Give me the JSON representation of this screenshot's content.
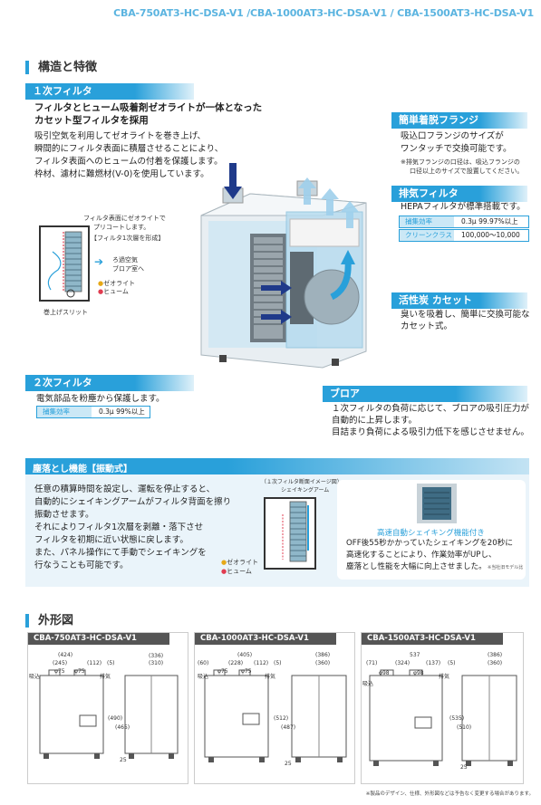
{
  "header": {
    "models": "CBA-750AT3-HC-DSA-V1 /CBA-1000AT3-HC-DSA-V1 / CBA-1500AT3-HC-DSA-V1"
  },
  "structure": {
    "title": "構造と特徴",
    "primary_filter": {
      "label": "１次フィルタ",
      "heading1": "フィルタとヒューム吸着剤ゼオライトが一体となった",
      "heading2": "カセット型フィルタを採用",
      "body": [
        "吸引空気を利用してゼオライトを巻き上げ、",
        "瞬間的にフィルタ表面に積層させることにより、",
        "フィルタ表面へのヒュームの付着を保護します。",
        "枠材、濾材に難燃材(V-0)を使用しています。"
      ]
    },
    "diagram": {
      "note1": "フィルタ表面にゼオライトで",
      "note2": "プリコートします。",
      "note3": "【フィルタ1次層を形成】",
      "to_blower1": "ろ過空気",
      "to_blower2": "ブロア室へ",
      "legend_zeolite": "ゼオライト",
      "legend_fume": "ヒューム",
      "slit": "巻上げスリット"
    },
    "flange": {
      "label": "簡単着脱フランジ",
      "body": [
        "吸込口フランジのサイズが",
        "ワンタッチで交換可能です。"
      ],
      "note": [
        "※排気フランジの口径は、吸込フランジの",
        "口径以上のサイズで設置してください。"
      ]
    },
    "exhaust": {
      "label": "排気フィルタ",
      "body": "HEPAフィルタが標準搭載です。",
      "specs": [
        {
          "key": "捕集効率",
          "value": "0.3μ 99.97%以上"
        },
        {
          "key": "クリーンクラス",
          "value": "100,000〜10,000"
        }
      ]
    },
    "carbon": {
      "label": "活性炭 カセット",
      "body": [
        "臭いを吸着し、簡単に交換可能な",
        "カセット式。"
      ]
    },
    "secondary": {
      "label": "２次フィルタ",
      "body": "電気部品を粉塵から保護します。",
      "spec": {
        "key": "捕集効率",
        "value": "0.3μ 99%以上"
      }
    },
    "blower": {
      "label": "ブロア",
      "body": [
        "１次フィルタの負荷に応じて、ブロアの吸引圧力が",
        "自動的に上昇します。",
        "目詰まり負荷による吸引力低下を感じさせません。"
      ]
    }
  },
  "shake": {
    "title": "塵落とし機能【振動式】",
    "body": [
      "任意の積算時間を設定し、運転を停止すると、",
      "自動的にシェイキングアームがフィルタ背面を擦り",
      "振動させます。",
      "それによりフィルタ1次層を剥離・落下させ",
      "フィルタを初期に近い状態に戻します。",
      "また、パネル操作にて手動でシェイキングを",
      "行なうことも可能です。"
    ],
    "diagram_caption": "（１次フィルタ断面イメージ図）",
    "arm_label": "シェイキングアーム",
    "legend_zeolite": "ゼオライト",
    "legend_fume": "ヒューム",
    "auto_title": "高速自動シェイキング機能付き",
    "auto_body": [
      "OFF後55秒かかっていたシェイキングを20秒に",
      "高速化することにより、作業効率がUPし、",
      "塵落とし性能を大幅に向上させました。"
    ],
    "auto_note": "※当社旧モデル比"
  },
  "dims": {
    "title": "外形図",
    "models": [
      {
        "name": "CBA-750AT3-HC-DSA-V1",
        "w": "(424)",
        "w2": "(245)",
        "w3": "(112)",
        "w4": "(5)",
        "d": "(336)",
        "d2": "(310)",
        "h": "(490)",
        "h2": "(465)",
        "phi1": "φ75",
        "phi2": "φ75",
        "foot": "25",
        "side1": "吸込",
        "side2": "排気"
      },
      {
        "name": "CBA-1000AT3-HC-DSA-V1",
        "w": "(405)",
        "w2": "(228)",
        "w3": "(112)",
        "w4": "(5)",
        "w5": "(60)",
        "d": "(386)",
        "d2": "(360)",
        "h": "(512)",
        "h2": "(487)",
        "phi1": "φ75",
        "phi2": "φ75",
        "foot": "25",
        "side1": "吸込",
        "side2": "排気"
      },
      {
        "name": "CBA-1500AT3-HC-DSA-V1",
        "w": "537",
        "w2": "(324)",
        "w3": "(137)",
        "w4": "(5)",
        "w5": "(71)",
        "d": "(386)",
        "d2": "(360)",
        "h": "(535)",
        "h2": "(510)",
        "phi1": "φ98",
        "phi2": "φ98",
        "foot": "25",
        "side1": "吸込",
        "side2": "排気"
      }
    ],
    "footnote": "※製品のデザイン、仕様、外形図などは予告なく変更する場合があります。"
  },
  "colors": {
    "accent": "#29a0da",
    "light": "#cbe8f6",
    "dark_bar": "#555555"
  }
}
